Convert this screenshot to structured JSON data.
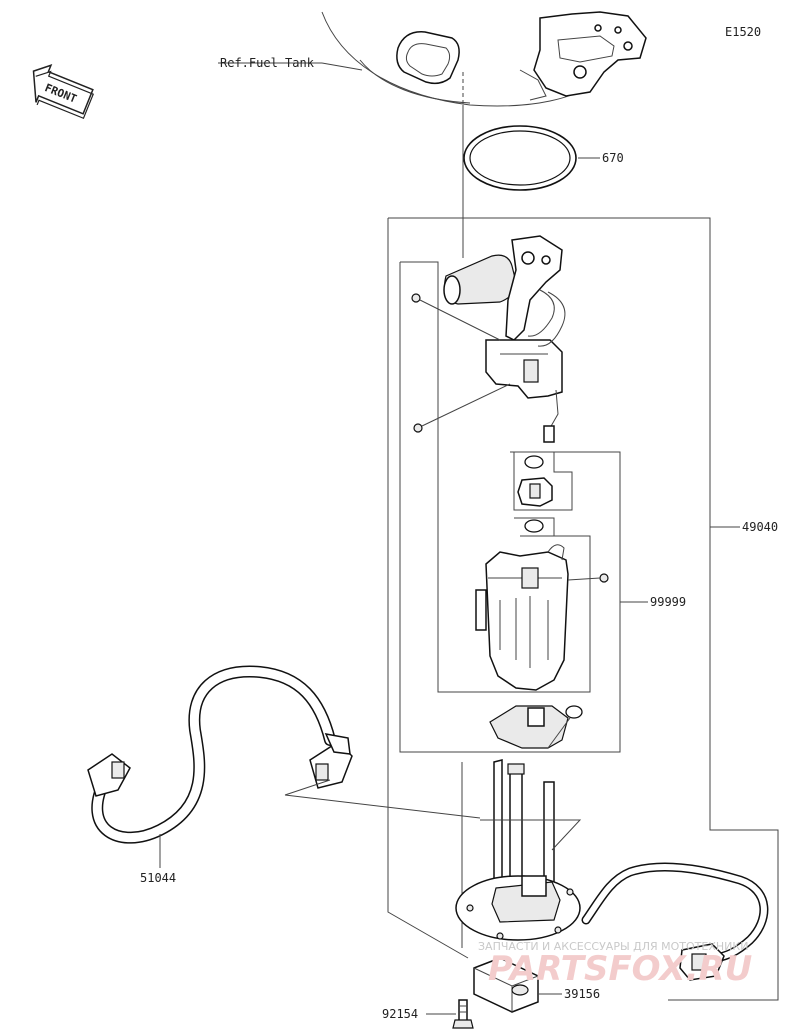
{
  "diagram_id": "E1520",
  "front_label": "FRONT",
  "reference_label": "Ref.Fuel Tank",
  "parts": {
    "oring": "670",
    "pump_assembly": "49040",
    "pump_subassembly": "99999",
    "fuel_hose": "51044",
    "damper": "39156",
    "bolt": "92154"
  },
  "watermark": {
    "caption": "ЗАПЧАСТИ И АКСЕССУАРЫ ДЛЯ МОТОТЕХНИКИ",
    "brand": "PARTSFOX.RU"
  }
}
